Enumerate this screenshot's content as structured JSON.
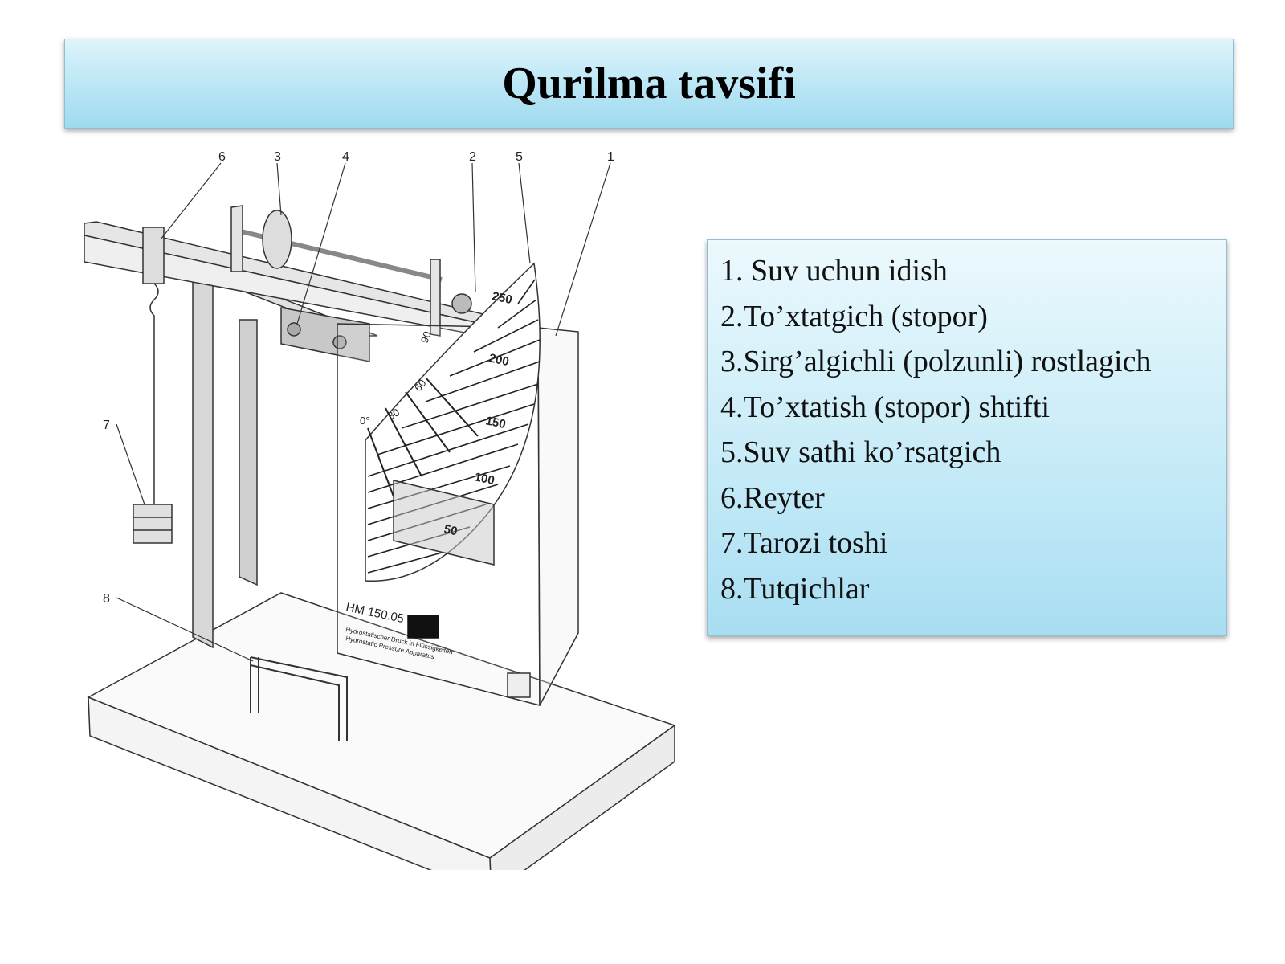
{
  "title": "Qurilma tavsifi",
  "legend": {
    "items": [
      "1. Suv uchun idish",
      "2.To’xtatgich (stopor)",
      "3.Sirg’algichli (polzunli) rostlagich",
      "4.To’xtatish (stopor) shtifti",
      "5.Suv sathi ko’rsatgich",
      "6.Reyter",
      "7.Tarozi toshi",
      "8.Tutqichlar"
    ]
  },
  "diagram": {
    "callouts": [
      "6",
      "3",
      "4",
      "2",
      "5",
      "1",
      "7",
      "8"
    ],
    "scale_marks": [
      "250",
      "200",
      "150",
      "100",
      "50"
    ],
    "angle_marks": [
      "90",
      "60",
      "30",
      "0°"
    ],
    "model_label": "HM 150.05",
    "model_desc_de": "Hydrostatischer Druck in Flüssigkeiten",
    "model_desc_en": "Hydrostatic Pressure Apparatus"
  }
}
